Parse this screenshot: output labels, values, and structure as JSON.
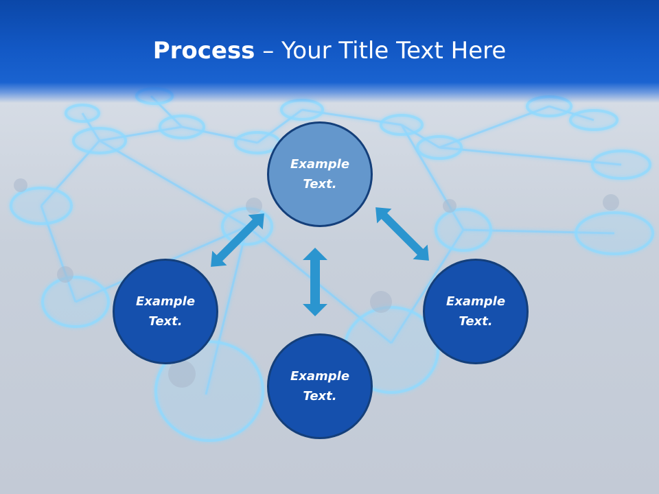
{
  "slide": {
    "title_bold": "Process",
    "title_rest": " – Your Title Text Here"
  },
  "nodes": [
    {
      "label": "Example\nText.",
      "color": "#6497cc"
    },
    {
      "label": "Example\nText.",
      "color": "#1550ad"
    },
    {
      "label": "Example\nText.",
      "color": "#1550ad"
    },
    {
      "label": "Example\nText.",
      "color": "#1550ad"
    }
  ],
  "colors": {
    "header": "#1359c6",
    "arrow": "#2b95cf",
    "glow": "#7ad4ff",
    "circle_border": "#143f7a"
  }
}
